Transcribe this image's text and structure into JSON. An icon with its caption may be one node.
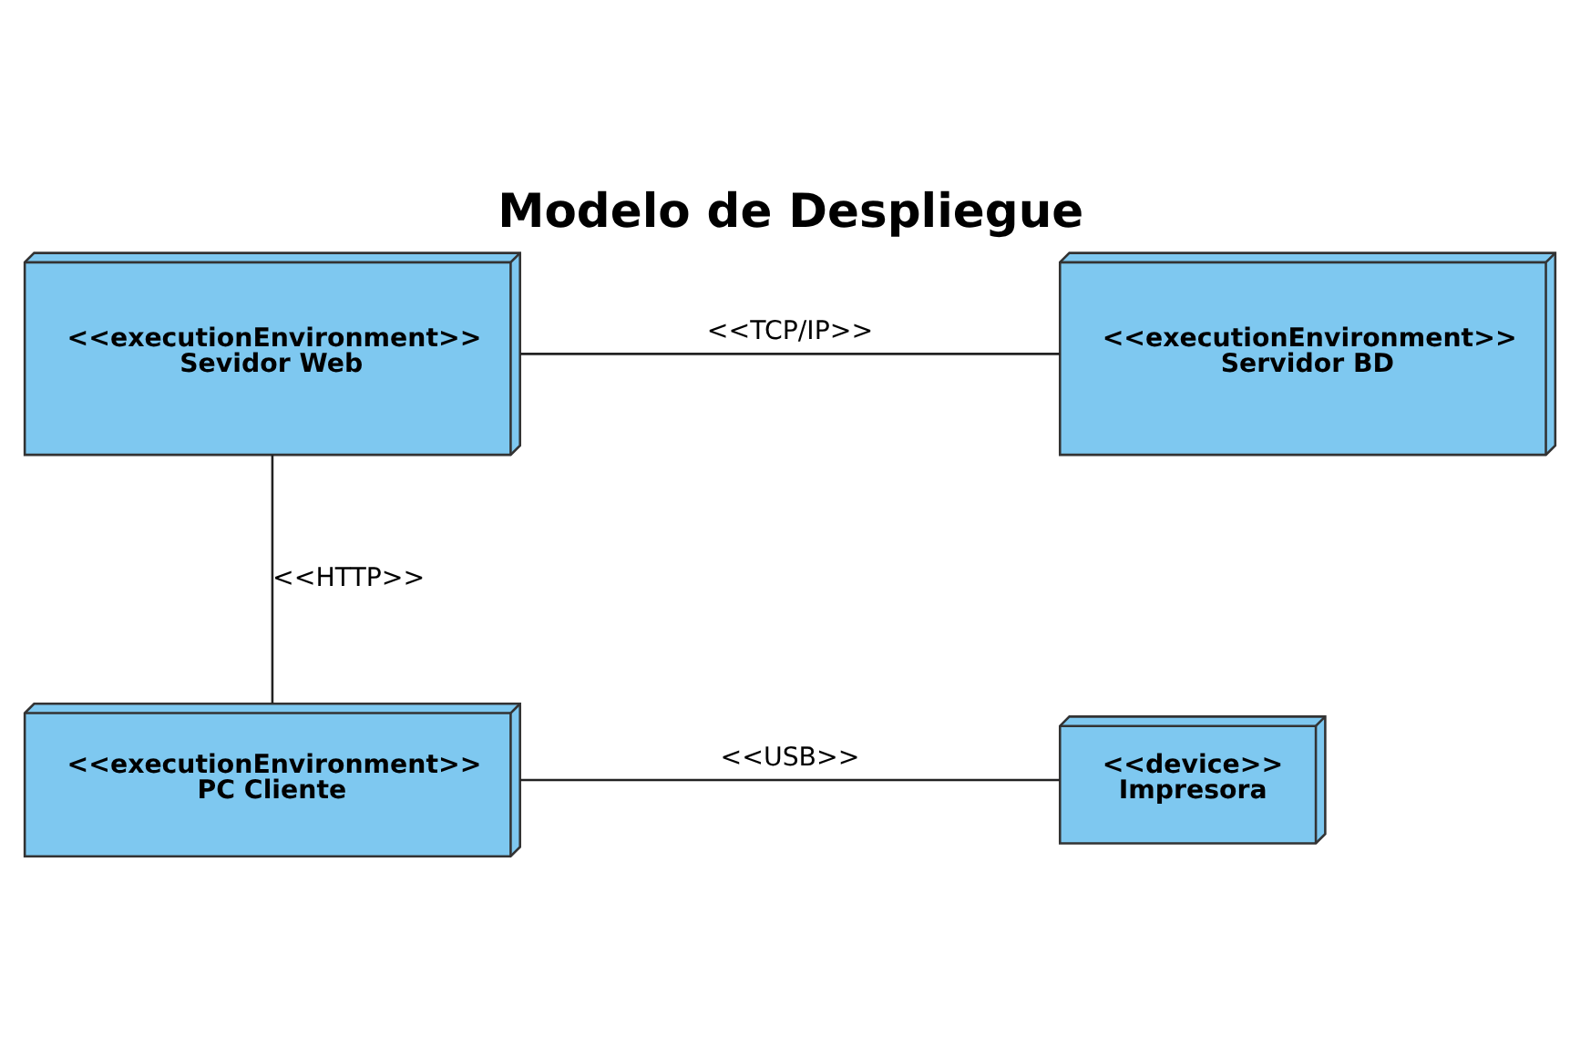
{
  "diagram": {
    "title": "Modelo de Despliegue",
    "nodes": [
      {
        "text": [
          "<<executionEnvironment>>",
          "Sevidor Web"
        ]
      },
      {
        "text": [
          "<<executionEnvironment>>",
          "Servidor BD"
        ]
      },
      {
        "text": [
          "<<executionEnvironment>>",
          "PC Cliente"
        ]
      },
      {
        "text": [
          "<<device>>",
          "Impresora"
        ]
      }
    ],
    "edges": [
      {
        "from": 0,
        "to": 1,
        "arrow": "none",
        "label": "<<TCP/IP>>"
      },
      {
        "from": 0,
        "to": 2,
        "arrow": "none",
        "label": "<<HTTP>>"
      },
      {
        "from": 2,
        "to": 3,
        "arrow": "none",
        "label": "<<USB>>"
      }
    ]
  }
}
